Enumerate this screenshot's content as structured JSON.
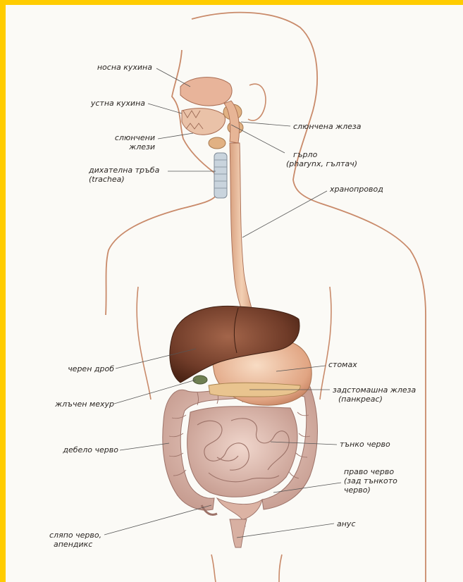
{
  "labels": {
    "nasal_cavity": "носна кухина",
    "oral_cavity": "устна кухина",
    "salivary_glands": [
      "слюнчени",
      "жлези"
    ],
    "trachea": [
      "дихателна тръба",
      "(trachea)"
    ],
    "salivary_gland": "слюнчена жлеза",
    "pharynx": [
      "гърло",
      "(pharynx, гълтач)"
    ],
    "esophagus": "хранопровод",
    "liver": "черен дроб",
    "stomach": "стомах",
    "gallbladder": "жлъчен мехур",
    "pancreas": [
      "задстомашна жлеза",
      "(панкреас)"
    ],
    "large_intestine": "дебело черво",
    "small_intestine": "тънко черво",
    "rectum": [
      "право черво",
      "(зад тънкото",
      "черво)"
    ],
    "cecum_appendix": [
      "сляпо черво,",
      "апендикс"
    ],
    "anus": "анус"
  },
  "colors": {
    "border": "#ffcc00",
    "background": "#fbfaf6",
    "outline": "#c98a6a",
    "liver": "#7a4430",
    "organ": "#e7b596",
    "intestine": "#d6b6ad",
    "leader": "#555555"
  }
}
